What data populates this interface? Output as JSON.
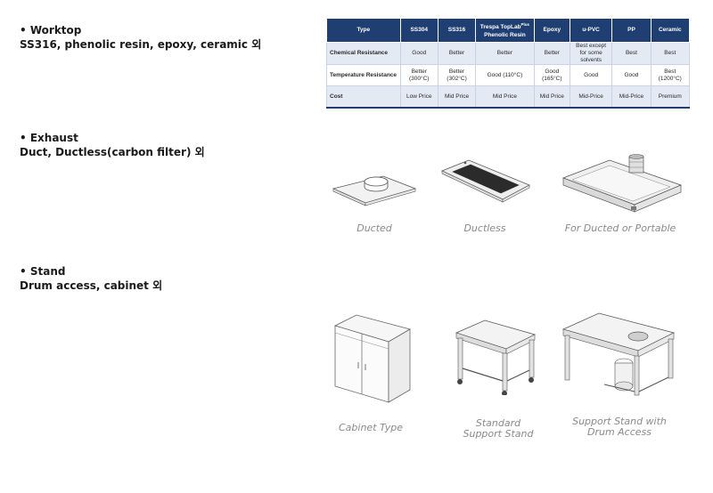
{
  "worktop": {
    "title": "• Worktop",
    "desc": "SS316, phenolic resin, epoxy, ceramic 외",
    "table": {
      "headers": [
        "Type",
        "SS304",
        "SS316",
        "Trespa TopLab<sup>Plus</sup> Phenolic Resin",
        "Epoxy",
        "u-PVC",
        "PP",
        "Ceramic"
      ],
      "header_labels": [
        "Type",
        "SS304",
        "SS316",
        "Trespa TopLabPlus Phenolic Resin",
        "Epoxy",
        "u-PVC",
        "PP",
        "Ceramic"
      ],
      "rows": [
        [
          "Chemical Resistance",
          "Good",
          "Better",
          "Better",
          "Better",
          "Best except for some solvents",
          "Best",
          "Best"
        ],
        [
          "Temperature Resistance",
          "Better (300°C)",
          "Better (302°C)",
          "Good (110°C)",
          "Good (165°C)",
          "Good",
          "Good",
          "Best (1200°C)"
        ],
        [
          "Cost",
          "Low Price",
          "Mid Price",
          "Mid Price",
          "Mid Price",
          "Mid-Price",
          "Mid-Price",
          "Premium"
        ]
      ]
    }
  },
  "exhaust": {
    "title": "• Exhaust",
    "desc": "Duct, Ductless(carbon filter) 외",
    "captions": [
      "Ducted",
      "Ductless",
      "For Ducted or Portable"
    ]
  },
  "stand": {
    "title": "• Stand",
    "desc": "Drum access, cabinet 외",
    "captions": [
      "Cabinet Type",
      "Standard",
      "Support Stand",
      "Support Stand with",
      "Drum Access"
    ]
  },
  "colors": {
    "table_header": "#1f3f72",
    "row_tint": "#e4eaf3",
    "caption": "#8a8a8a"
  }
}
